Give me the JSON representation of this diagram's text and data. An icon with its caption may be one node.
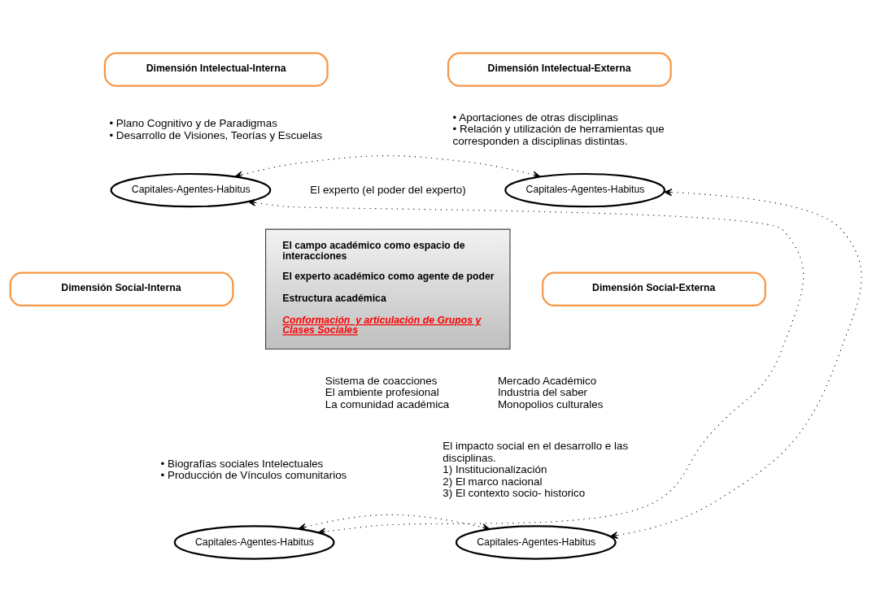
{
  "diagram": {
    "nodes": [
      {
        "text": [
          "Dimensión Intelectual-Interna"
        ]
      },
      {
        "text": [
          "Dimensión Intelectual-Externa"
        ]
      },
      {
        "text": [
          "Capitales-Agentes-Habitus"
        ]
      },
      {
        "text": [
          "Capitales-Agentes-Habitus"
        ]
      },
      {
        "text": [
          "El campo académico como espacio de interacciones",
          "El experto académico como agente de poder",
          "Estructura académica",
          "Conformación  y articulación de Grupos y Clases Sociales"
        ]
      },
      {
        "text": [
          "Dimensión Social-Interna"
        ]
      },
      {
        "text": [
          "Dimensión Social-Externa"
        ]
      },
      {
        "text": [
          "Capitales-Agentes-Habitus"
        ]
      },
      {
        "text": [
          "Capitales-Agentes-Habitus"
        ]
      }
    ],
    "edges": [
      {
        "from": 2,
        "to": 3,
        "arrow": "both"
      },
      {
        "from": 2,
        "to": 7,
        "arrow": "both"
      },
      {
        "from": 3,
        "to": 8,
        "arrow": "both"
      },
      {
        "from": 7,
        "to": 8,
        "arrow": "both"
      }
    ],
    "labels": [
      "• Plano Cognitivo y de Paradigmas",
      "• Desarrollo de Visiones, Teorías y Escuelas",
      "• Aportaciones de otras disciplinas",
      "• Relación y utilización de herramientas que corresponden a disciplinas distintas.",
      "El experto (el poder del experto)",
      "Sistema de coacciones",
      "El ambiente profesional",
      "La comunidad académica",
      "Mercado Académico",
      "Industria del saber",
      "Monopolios culturales",
      "• Biografías sociales Intelectuales",
      "• Producción de Vínculos comunitarios",
      "El impacto social en el desarrollo e las disciplinas.",
      "1) Institucionalización",
      "2) El marco nacional",
      "3) El contexto socio- historico"
    ]
  }
}
